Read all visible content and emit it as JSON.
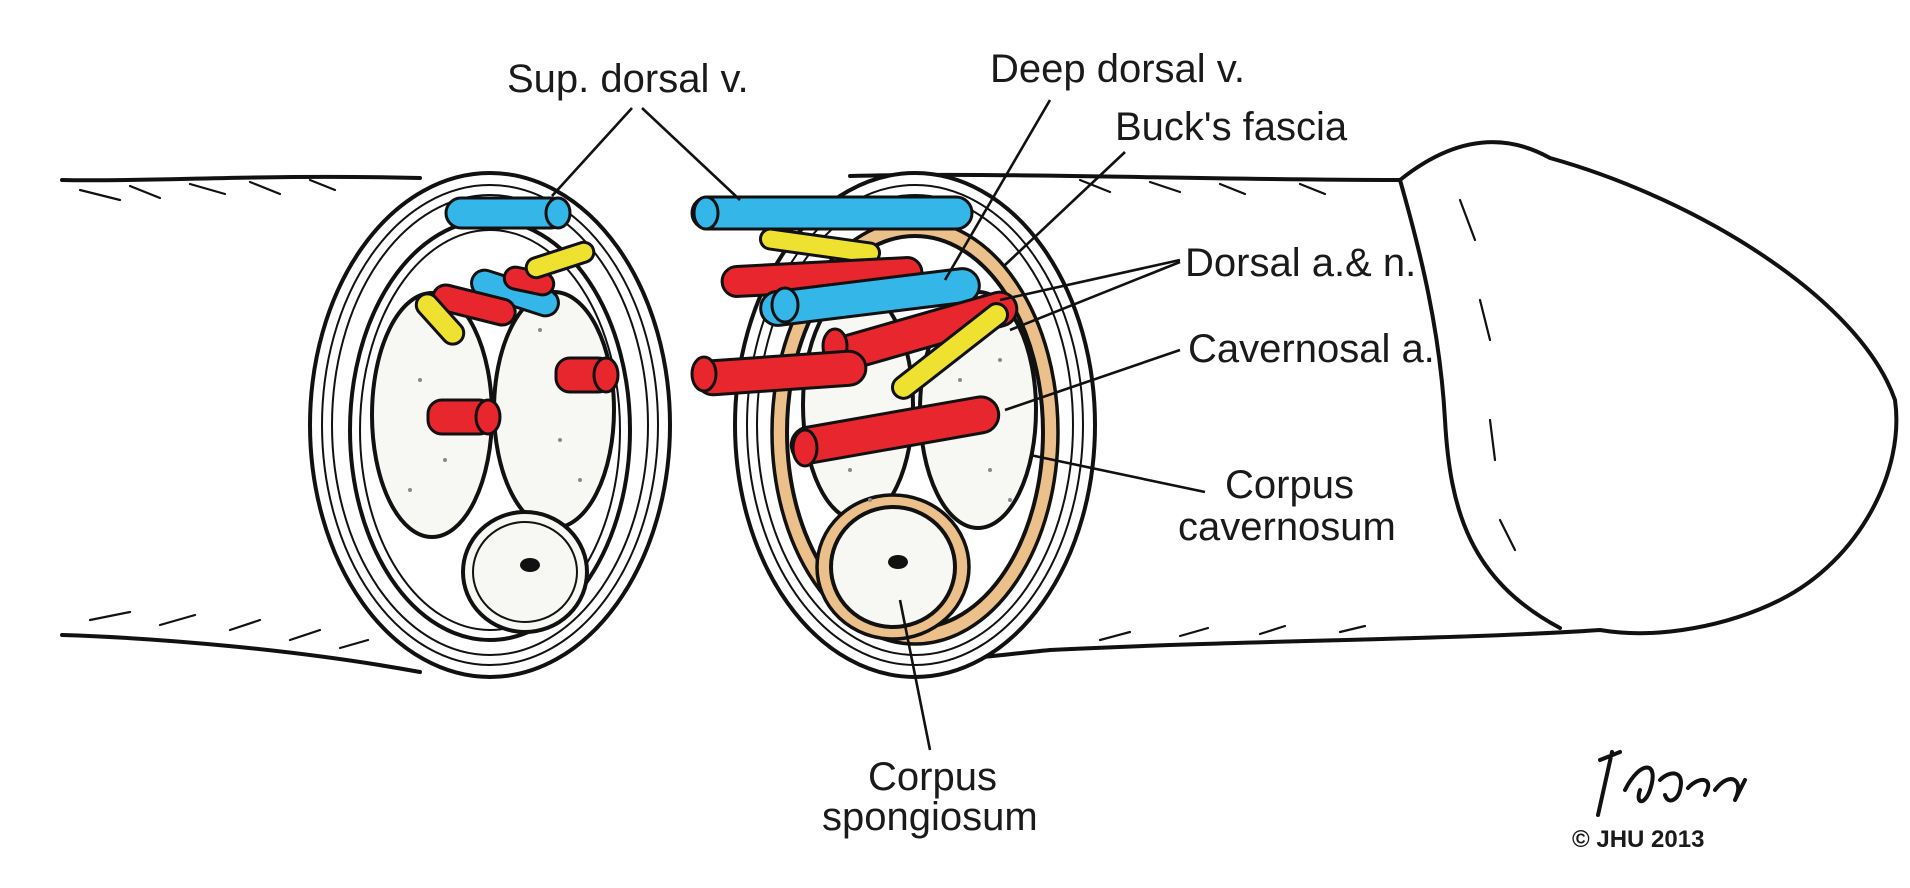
{
  "labels": {
    "sup_dorsal_v": "Sup. dorsal v.",
    "deep_dorsal_v": "Deep dorsal v.",
    "bucks_fascia": "Buck's fascia",
    "dorsal_a_n": "Dorsal a.& n.",
    "cavernosal_a": "Cavernosal a.",
    "corpus_cavernosum_1": "Corpus",
    "corpus_cavernosum_2": "cavernosum",
    "corpus_spongiosum_1": "Corpus",
    "corpus_spongiosum_2": "spongiosum"
  },
  "credit": {
    "copyright": "© JHU 2013",
    "signature_text": "T Phelps"
  },
  "colors": {
    "vein": "#35b6e8",
    "artery": "#e8262d",
    "nerve": "#eee12f",
    "bucks_fascia": "#ecc08a"
  }
}
